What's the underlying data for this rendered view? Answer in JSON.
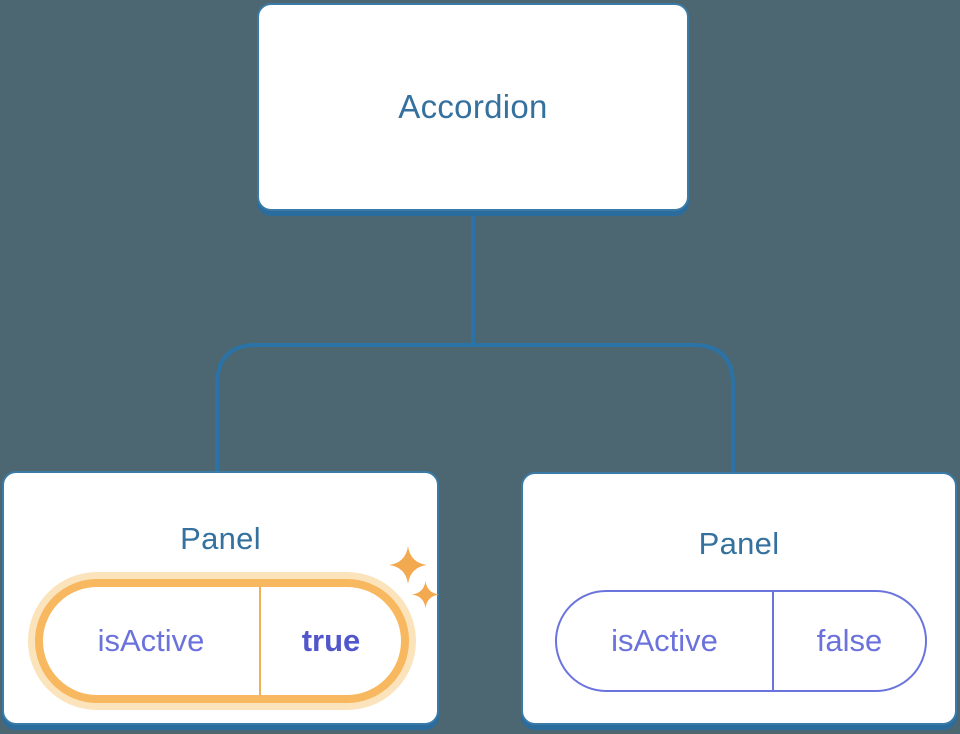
{
  "diagram": {
    "type": "component-tree",
    "root_node": {
      "label": "Accordion"
    },
    "panels": [
      {
        "title": "Panel",
        "state_key": "isActive",
        "state_value": "true",
        "highlighted": true
      },
      {
        "title": "Panel",
        "state_key": "isActive",
        "state_value": "false",
        "highlighted": false
      }
    ]
  },
  "colors": {
    "background": "#4C6771",
    "node_fill": "#FFFFFF",
    "node_border": "#3A7AA6",
    "node_bottom_edge": "#2B6C9F",
    "connector_line": "#2B73A6",
    "node_title_text": "#35719E",
    "state_text": "#6B72DC",
    "state_value_active_text": "#5157CB",
    "active_ring": "#F7B85F",
    "active_glow": "#FBE3BC",
    "active_divider": "#F0B156",
    "inactive_ring": "#6B74DD",
    "sparkle": "#F2A94F"
  }
}
